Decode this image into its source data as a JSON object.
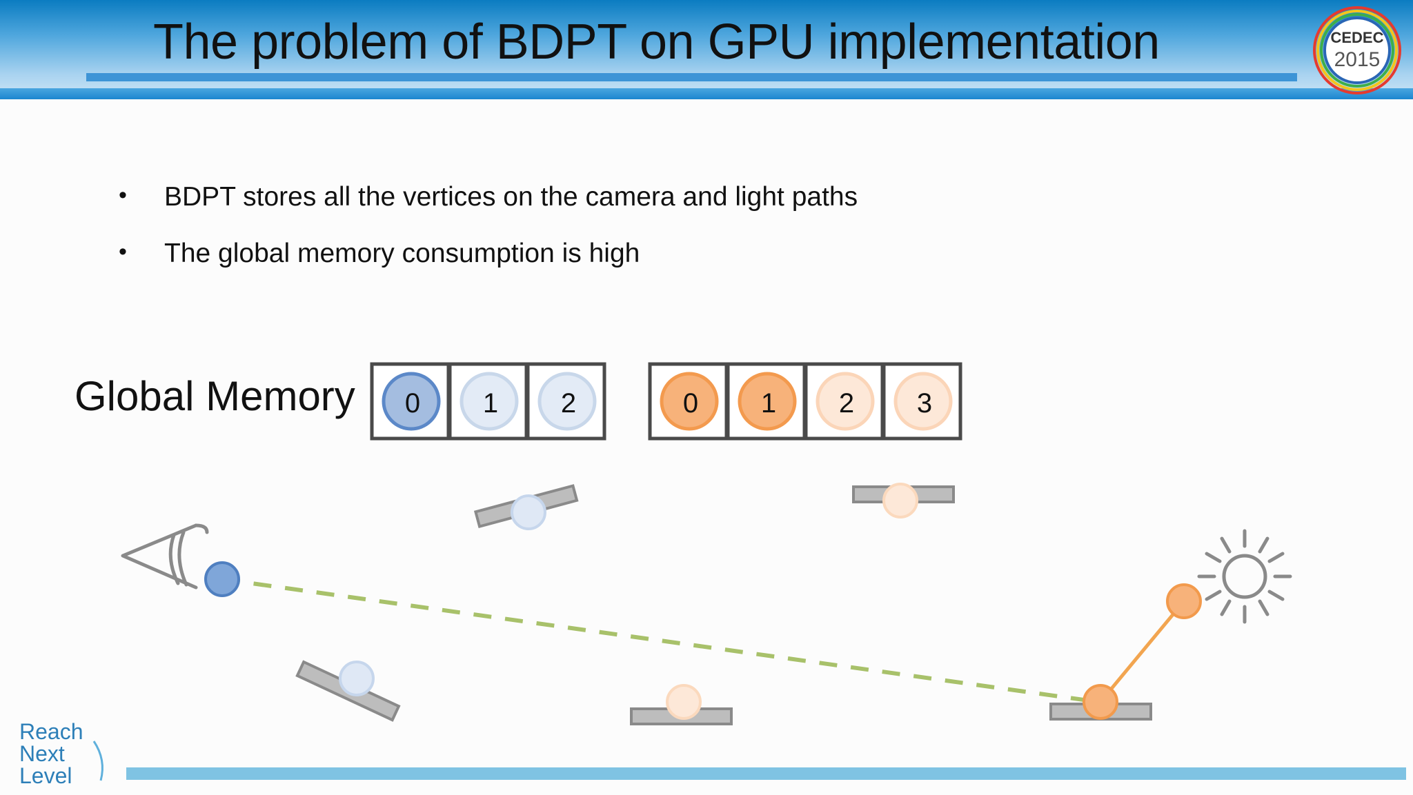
{
  "slide": {
    "title": "The problem of BDPT on GPU implementation",
    "bullets": [
      "BDPT stores all the vertices on the camera and light paths",
      "The global memory consumption is high"
    ],
    "global_memory_label": "Global Memory"
  },
  "memory": {
    "camera_path_cells": [
      "0",
      "1",
      "2"
    ],
    "light_path_cells": [
      "0",
      "1",
      "2",
      "3"
    ]
  },
  "logo": {
    "line1": "CEDEC",
    "line2": "2015"
  },
  "footer_logo": {
    "line1": "Reach",
    "line2": "Next",
    "line3": "Level"
  },
  "colors": {
    "camera_vertex_strong": "#6f9bd2",
    "camera_vertex_faint": "#dbe6f4",
    "light_vertex_strong": "#f6a660",
    "light_vertex_faint": "#fde6d4",
    "connection_dashed": "#a8c16a",
    "light_path_line": "#f2a550",
    "surface_gray": "#b8b8b8",
    "header_blue": "#1a83c8"
  }
}
